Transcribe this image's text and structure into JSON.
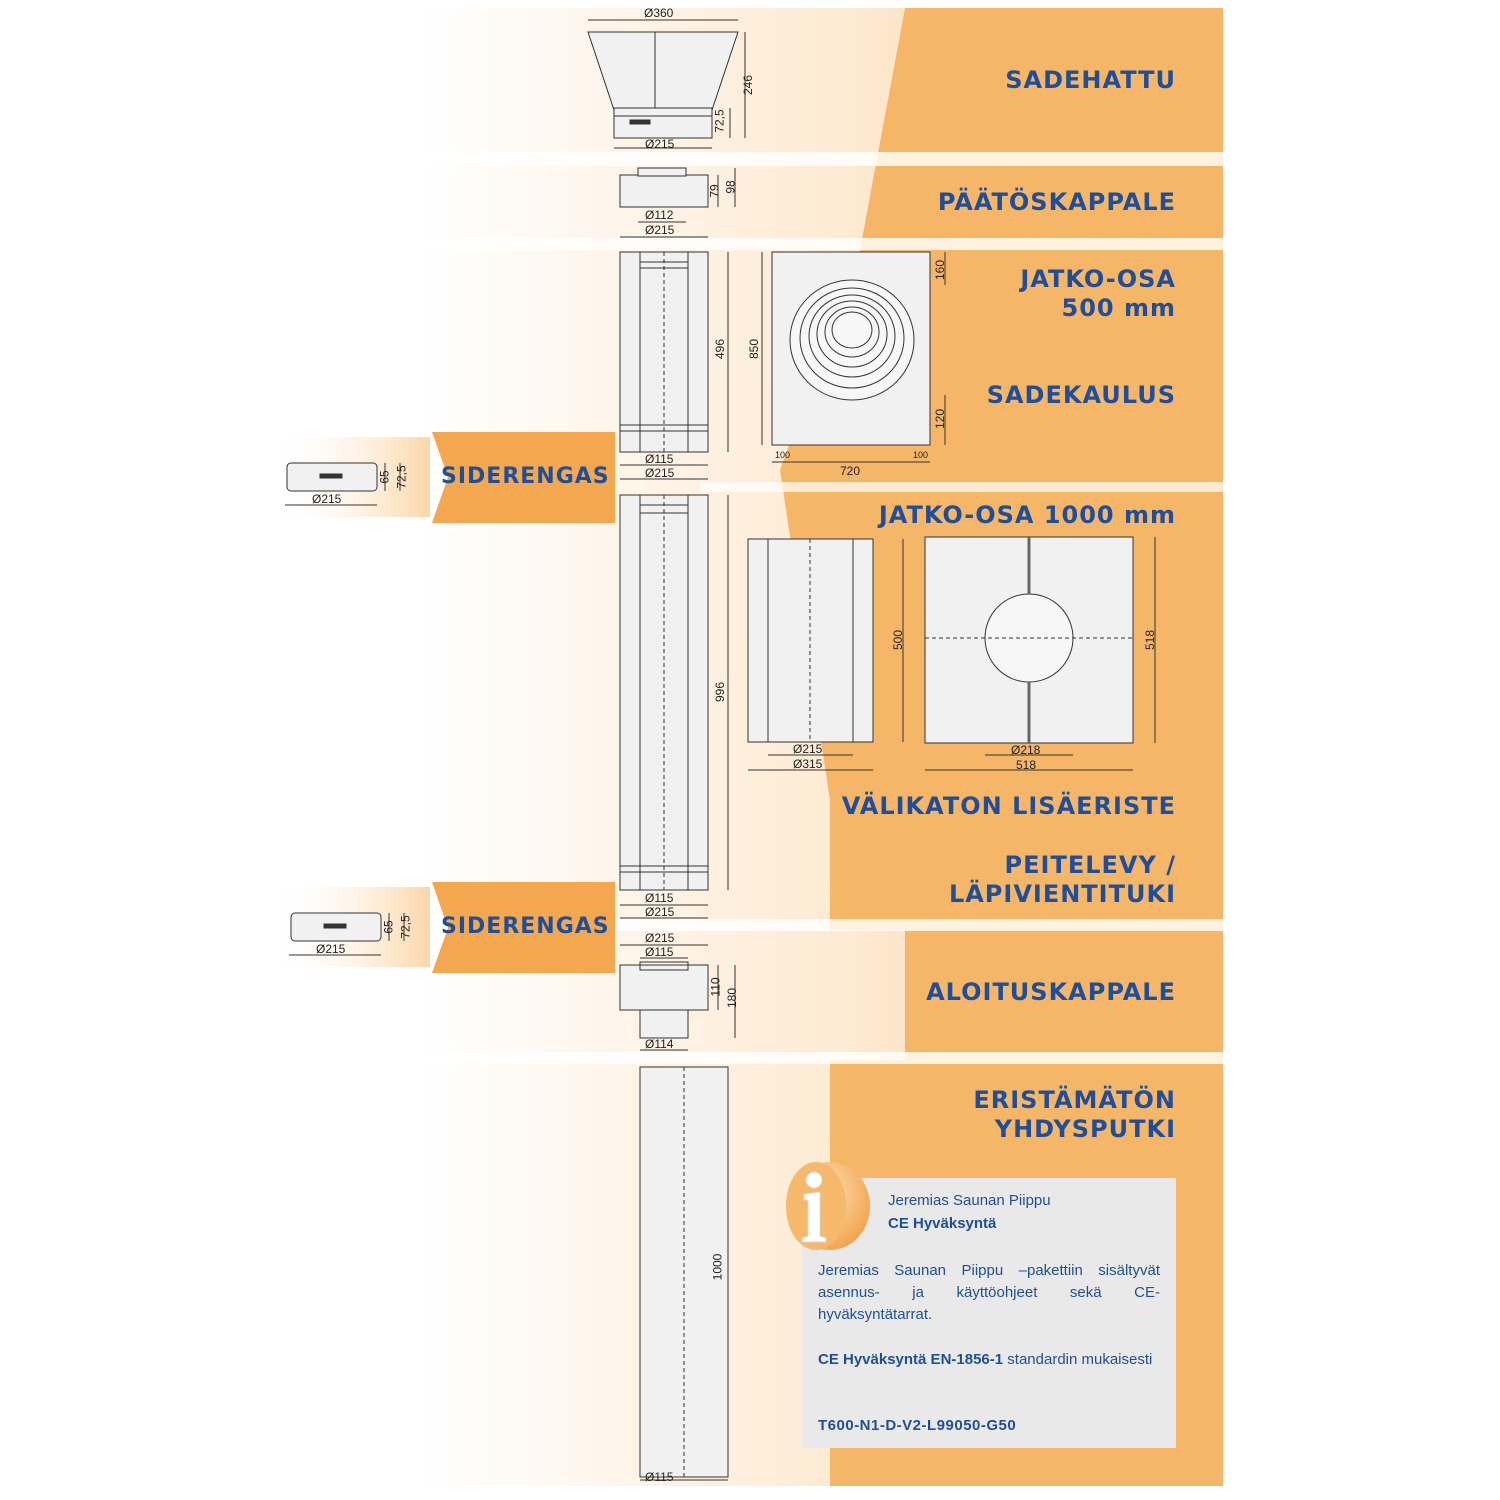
{
  "labels": {
    "sadehattu": "SADEHATTU",
    "paatoskappale": "PÄÄTÖSKAPPALE",
    "jatko500_line1": "JATKO-OSA",
    "jatko500_line2": "500 mm",
    "sadekaulus": "SADEKAULUS",
    "siderengas_upper": "SIDERENGAS",
    "jatko1000": "JATKO-OSA 1000 mm",
    "valikaton": "VÄLIKATON LISÄERISTE",
    "peitelevy_line1": "PEITELEVY /",
    "peitelevy_line2": "LÄPIVIENTITUKI",
    "siderengas_lower": "SIDERENGAS",
    "aloituskappale": "ALOITUSKAPPALE",
    "eristamaton_line1": "ERISTÄMÄTÖN",
    "eristamaton_line2": "YHDYSPUTKI"
  },
  "dimensions": {
    "cap_top": "Ø360",
    "cap_height": "246",
    "cap_collar": "72,5",
    "cap_bottom": "Ø215",
    "end_inner": "Ø112",
    "end_outer": "Ø215",
    "end_h1": "79",
    "end_h2": "98",
    "e500_height": "496",
    "e500_inner": "Ø115",
    "e500_outer": "Ø215",
    "collar_height": "850",
    "collar_top": "160",
    "collar_bottom": "120",
    "collar_side_left": "100",
    "collar_side_right": "100",
    "collar_width": "720",
    "ring_h1": "65",
    "ring_h2": "72,5",
    "ring_d": "Ø215",
    "e1000_height": "996",
    "e1000_inner": "Ø115",
    "e1000_outer": "Ø215",
    "ins_height": "500",
    "ins_inner": "Ø215",
    "ins_outer": "Ø315",
    "plate_h": "518",
    "plate_hole": "Ø218",
    "plate_w": "518",
    "start_outer": "Ø215",
    "start_inner": "Ø115",
    "start_h1": "110",
    "start_h2": "180",
    "start_bottom": "Ø114",
    "pipe_height": "1000",
    "pipe_d": "Ø115"
  },
  "info": {
    "title": "Jeremias Saunan Piippu",
    "subtitle": "CE Hyväksyntä",
    "body": "Jeremias Saunan Piippu –pakettiin sisältyvät asennus- ja käyttöohjeet sekä CE-hyväksyntätarrat.",
    "ce_bold": "CE Hyväksyntä EN-1856-1",
    "ce_rest": "standardin mukaisesti",
    "code": "T600-N1-D-V2-L99050-G50"
  },
  "colors": {
    "orange": "#f5b767",
    "orange_dark": "#f3a84f",
    "blue": "#1f4f9a",
    "info_bg": "#e9e9e9"
  }
}
